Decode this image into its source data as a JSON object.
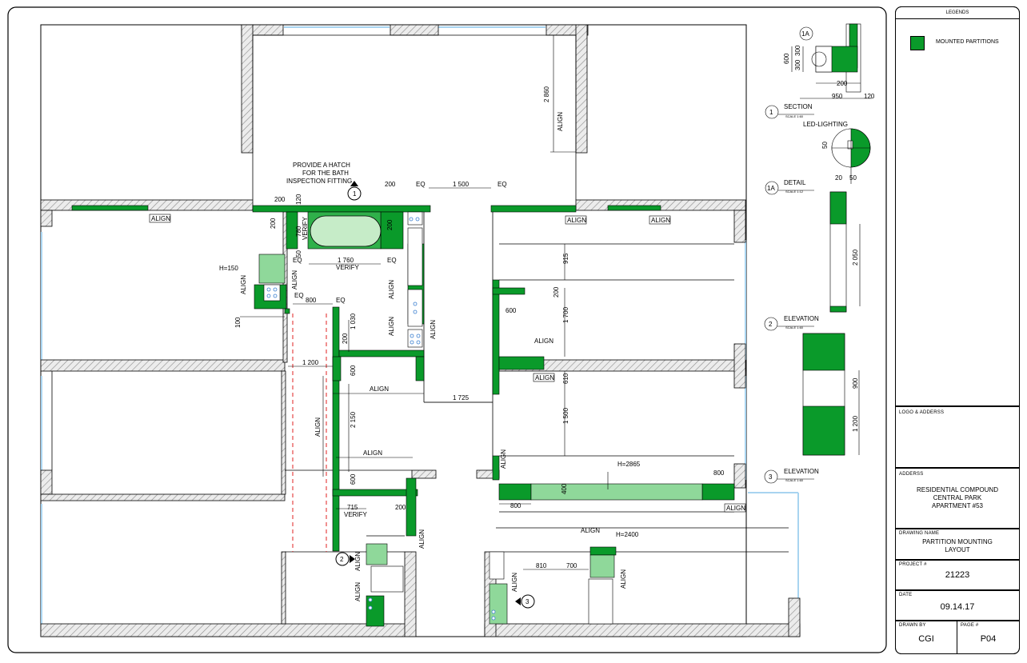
{
  "colors": {
    "partition": "#0a9a2a",
    "partition_light": "#8fd89a",
    "glass": "#a8d4f0",
    "wall_hatch": "#9a9a9a",
    "line": "#000000",
    "dashed": "#e02020"
  },
  "plan": {
    "note_hatch": [
      "PROVIDE A HATCH",
      "FOR THE BATH",
      "INSPECTION FITTING"
    ],
    "align": "ALIGN",
    "verify": "VERIFY",
    "eq": "EQ",
    "markers": [
      "1",
      "2",
      "3"
    ],
    "dims": {
      "d2860": "2 860",
      "d200": "200",
      "d120": "120",
      "d1500": "1 500",
      "d780": "780",
      "d50": "50",
      "d1760": "1 760",
      "h150": "H=150",
      "d800": "800",
      "d100": "100",
      "d1030": "1 030",
      "d600": "600",
      "d1200": "1 200",
      "d2150": "2 150",
      "d715": "715",
      "d1725": "1 725",
      "d915": "915",
      "d1700": "1 700",
      "d610": "610",
      "h2865": "H=2865",
      "d400": "400",
      "h2400": "H=2400",
      "d810": "810",
      "d700": "700"
    }
  },
  "details": {
    "section_mark": "1A",
    "section_title": "SECTION",
    "section_scale": "SCALE 1:60",
    "section_dims": {
      "d600": "600",
      "d300a": "300",
      "d300b": "300",
      "d200": "200",
      "d950": "950",
      "d120": "120"
    },
    "detail_led": "LED-LIGHTING",
    "detail_title": "DETAIL",
    "detail_scale": "SCALE 1:12",
    "detail_dims": {
      "d50a": "50",
      "d20": "20",
      "d50b": "50"
    },
    "elev1_title": "ELEVATION",
    "elev1_scale": "SCALE 1:60",
    "elev1_dims": {
      "d2050": "2 050"
    },
    "elev2_title": "ELEVATION",
    "elev2_scale": "SCALE 1:60",
    "elev2_dims": {
      "d900": "900",
      "d1200": "1 200"
    },
    "labels": {
      "n1": "1",
      "n1a": "1A",
      "n2": "2",
      "n3": "3"
    }
  },
  "title_block": {
    "legends_heading": "LEGENDS",
    "legend_item": "MOUNTED PARTITIONS",
    "logo_heading": "LOGO & ADDERSS",
    "address_heading": "ADDERSS",
    "address_lines": [
      "RESIDENTIAL COMPOUND",
      "CENTRAL PARK",
      "APARTMENT #53"
    ],
    "drawing_name_heading": "DRAWING NAME",
    "drawing_name_lines": [
      "PARTITION MOUNTING",
      "LAYOUT"
    ],
    "project_heading": "PROJECT #",
    "project_value": "21223",
    "date_heading": "DATE",
    "date_value": "09.14.17",
    "drawn_by_heading": "DRAWN BY",
    "drawn_by_value": "CGI",
    "page_heading": "PAGE #",
    "page_value": "P04"
  }
}
